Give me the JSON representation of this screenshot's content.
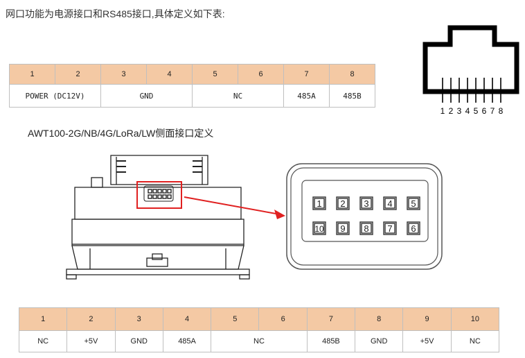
{
  "intro_text": "网口功能为电源接口和RS485接口,具体定义如下表:",
  "rj45": {
    "pin_numbers": [
      "1",
      "2",
      "3",
      "4",
      "5",
      "6",
      "7",
      "8"
    ],
    "table": {
      "headers": [
        "1",
        "2",
        "3",
        "4",
        "5",
        "6",
        "7",
        "8"
      ],
      "values": [
        {
          "label": "POWER (DC12V)",
          "span": 2
        },
        {
          "label": "GND",
          "span": 2
        },
        {
          "label": "NC",
          "span": 2
        },
        {
          "label": "485A",
          "span": 1
        },
        {
          "label": "485B",
          "span": 1
        }
      ]
    }
  },
  "side_port_title": "AWT100-2G/NB/4G/LoRa/LW侧面接口定义",
  "side_connector": {
    "top_row": [
      "1",
      "2",
      "3",
      "4",
      "5"
    ],
    "bottom_row": [
      "10",
      "9",
      "8",
      "7",
      "6"
    ]
  },
  "side_table": {
    "headers": [
      "1",
      "2",
      "3",
      "4",
      "5",
      "6",
      "7",
      "8",
      "9",
      "10"
    ],
    "values": [
      {
        "label": "NC",
        "span": 1
      },
      {
        "label": "+5V",
        "span": 1
      },
      {
        "label": "GND",
        "span": 1
      },
      {
        "label": "485A",
        "span": 1
      },
      {
        "label": "NC",
        "span": 2
      },
      {
        "label": "485B",
        "span": 1
      },
      {
        "label": "GND",
        "span": 1
      },
      {
        "label": "+5V",
        "span": 1
      },
      {
        "label": "NC",
        "span": 1
      }
    ]
  },
  "colors": {
    "header_fill": "#f4c9a4",
    "highlight_red": "#e02020",
    "border": "#bfbfbf"
  }
}
